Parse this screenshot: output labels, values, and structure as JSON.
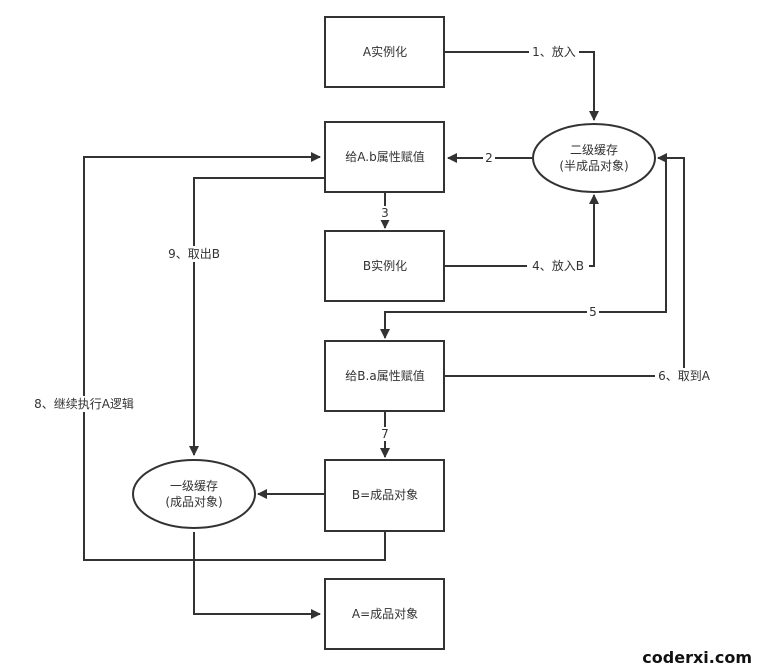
{
  "diagram": {
    "nodes": {
      "a_instantiate": {
        "shape": "rect",
        "label": "A实例化"
      },
      "a_assign_b": {
        "shape": "rect",
        "label": "给A.b属性赋值"
      },
      "b_instantiate": {
        "shape": "rect",
        "label": "B实例化"
      },
      "b_assign_a": {
        "shape": "rect",
        "label": "给B.a属性赋值"
      },
      "b_finished": {
        "shape": "rect",
        "label": "B=成品对象"
      },
      "a_finished": {
        "shape": "rect",
        "label": "A=成品对象"
      },
      "second_cache": {
        "shape": "ellipse",
        "line1": "二级缓存",
        "line2": "(半成品对象)"
      },
      "first_cache": {
        "shape": "ellipse",
        "line1": "一级缓存",
        "line2": "(成品对象)"
      }
    },
    "edges": [
      {
        "from": "a_instantiate",
        "to": "second_cache",
        "label": "1、放入"
      },
      {
        "from": "second_cache",
        "to": "a_assign_b",
        "label": "2"
      },
      {
        "from": "a_assign_b",
        "to": "b_instantiate",
        "label": "3"
      },
      {
        "from": "b_instantiate",
        "to": "second_cache",
        "label": "4、放入B"
      },
      {
        "from": "second_cache",
        "to": "b_assign_a",
        "label": "5"
      },
      {
        "from": "b_assign_a",
        "to": "second_cache",
        "label": "6、取到A"
      },
      {
        "from": "b_assign_a",
        "to": "b_finished",
        "label": "7"
      },
      {
        "from": "b_finished",
        "to": "a_assign_b",
        "label": "8、继续执行A逻辑"
      },
      {
        "from": "a_assign_b",
        "to": "first_cache",
        "label": "9、取出B"
      },
      {
        "from": "b_finished",
        "to": "first_cache",
        "label": ""
      },
      {
        "from": "first_cache",
        "to": "a_finished",
        "label": ""
      }
    ]
  },
  "watermark": "coderxi.com"
}
